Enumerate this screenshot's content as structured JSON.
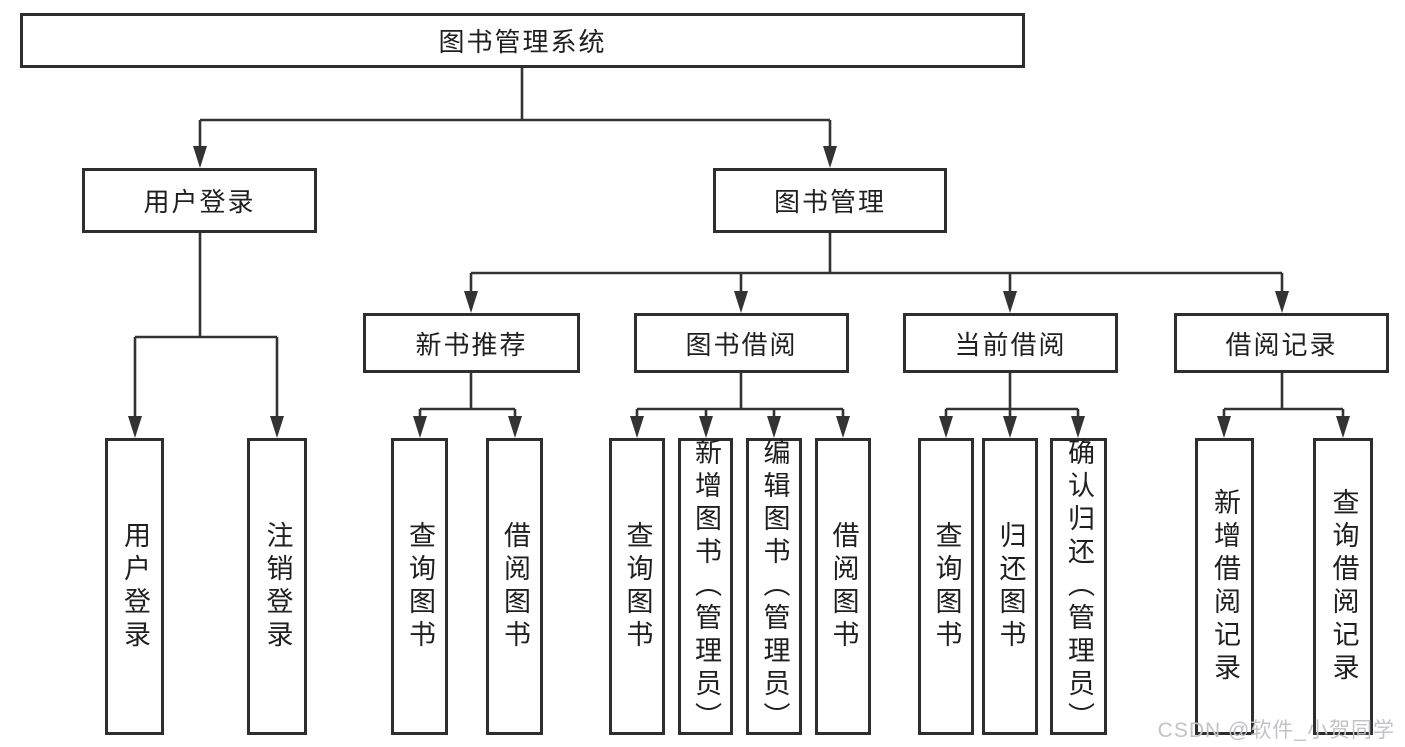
{
  "nodes": {
    "root": "图书管理系统",
    "user_login": "用户登录",
    "book_mgmt": "图书管理",
    "new_rec": "新书推荐",
    "borrow": "图书借阅",
    "current": "当前借阅",
    "records": "借阅记录",
    "leaf_user_login": "用户登录",
    "leaf_logout": "注销登录",
    "rec_query": "查询图书",
    "rec_borrow": "借阅图书",
    "bor_query": "查询图书",
    "bor_add": "新增图书（管理员）",
    "bor_edit": "编辑图书（管理员）",
    "bor_borrow": "借阅图书",
    "cur_query": "查询图书",
    "cur_return": "归还图书",
    "cur_confirm": "确认归还（管理员）",
    "recd_add": "新增借阅记录",
    "recd_query": "查询借阅记录"
  },
  "watermark": "CSDN @软件_小贺同学",
  "colors": {
    "line": "#333333",
    "box_border": "#2e2e2e",
    "text": "#1f1f1f",
    "watermark": "#c3c3c7",
    "background": "#ffffff"
  }
}
